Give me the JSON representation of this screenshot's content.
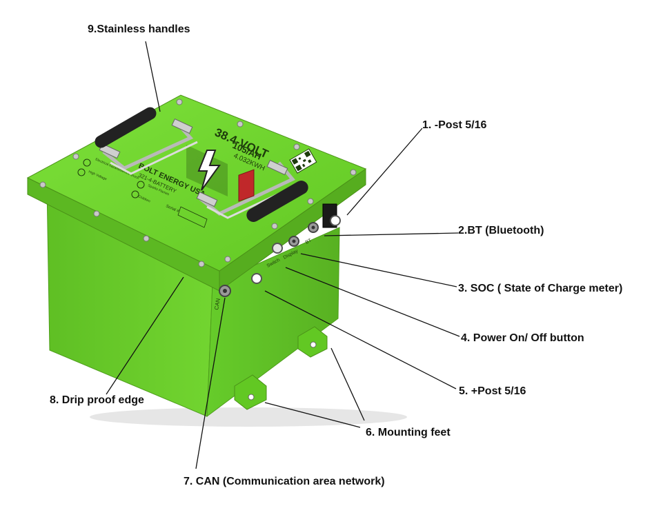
{
  "callouts": {
    "handles": "9.Stainless handles",
    "neg_post": "1. -Post 5/16",
    "bt": "2.BT (Bluetooth)",
    "soc": "3. SOC ( State of Charge meter)",
    "power": "4. Power On/ Off button",
    "pos_post": "5. +Post 5/16",
    "feet": "6. Mounting feet",
    "can": "7. CAN (Communication area network)",
    "drip": "8. Drip proof edge"
  },
  "battery_label": {
    "voltage": "38.4-VOLT",
    "capacity": "105/AH",
    "energy": "4.032KWH",
    "brand": "BOLT ENERGY USA",
    "phone": "321-4-BATTERY",
    "warning_1": "Electrical hazard/electric shock",
    "warning_2": "High Voltage",
    "warning_3": "Sparks Flames",
    "warning_4": "Children",
    "serial": "Serial #",
    "port_can": "CAN",
    "port_switch": "Switch",
    "port_display": "Display",
    "port_bt": "BT"
  },
  "colors": {
    "battery_green": "#6fd62a",
    "battery_dark": "#4fa21a",
    "post_red": "#c0282a",
    "post_black": "#1a1a1a"
  }
}
